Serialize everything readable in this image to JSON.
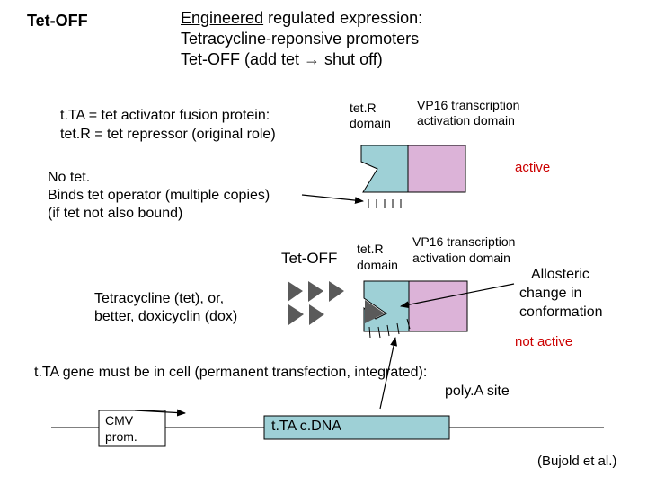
{
  "corner_title": "Tet-OFF",
  "header": {
    "line1_underlined": "Engineered",
    "line1_rest": " regulated expression:",
    "line2": "Tetracycline-reponsive promoters",
    "line3": "Tet-OFF (add tet → shut off)"
  },
  "definitions": {
    "line1": "t.TA = tet activator fusion protein:",
    "line2": "tet.R = tet repressor (original role)"
  },
  "top_protein": {
    "tetr_label_1": "tet.R",
    "tetr_label_2": "domain",
    "vp16_label_1": "VP16 transcription",
    "vp16_label_2": "activation domain",
    "state": "active"
  },
  "no_tet_note": {
    "line1": "No tet.",
    "line2": "Binds tet operator (multiple copies)",
    "line3": "(if tet not also bound)"
  },
  "bottom_protein": {
    "condition": "Tet-OFF",
    "tetr_label_1": "tet.R",
    "tetr_label_2": "domain",
    "vp16_label_1": "VP16 transcription",
    "vp16_label_2": "activation domain",
    "allosteric_1": "Allosteric",
    "allosteric_2": "change in",
    "allosteric_3": "conformation",
    "state": "not active"
  },
  "drug_note": {
    "line1": "Tetracycline (tet), or,",
    "line2": "better, doxicyclin (dox)"
  },
  "gene_note": {
    "line1": "t.TA gene must be in cell (permanent transfection, integrated):",
    "polya": "poly.A site"
  },
  "construct": {
    "promoter_line1": "CMV",
    "promoter_line2": "prom.",
    "cdna": "t.TA c.DNA"
  },
  "citation": "(Bujold et al.)",
  "colors": {
    "tetr_fill": "#9ed0d6",
    "vp16_fill": "#dcb3d8",
    "state_text": "#cc0000",
    "construct_fill": "#9ed0d6"
  }
}
